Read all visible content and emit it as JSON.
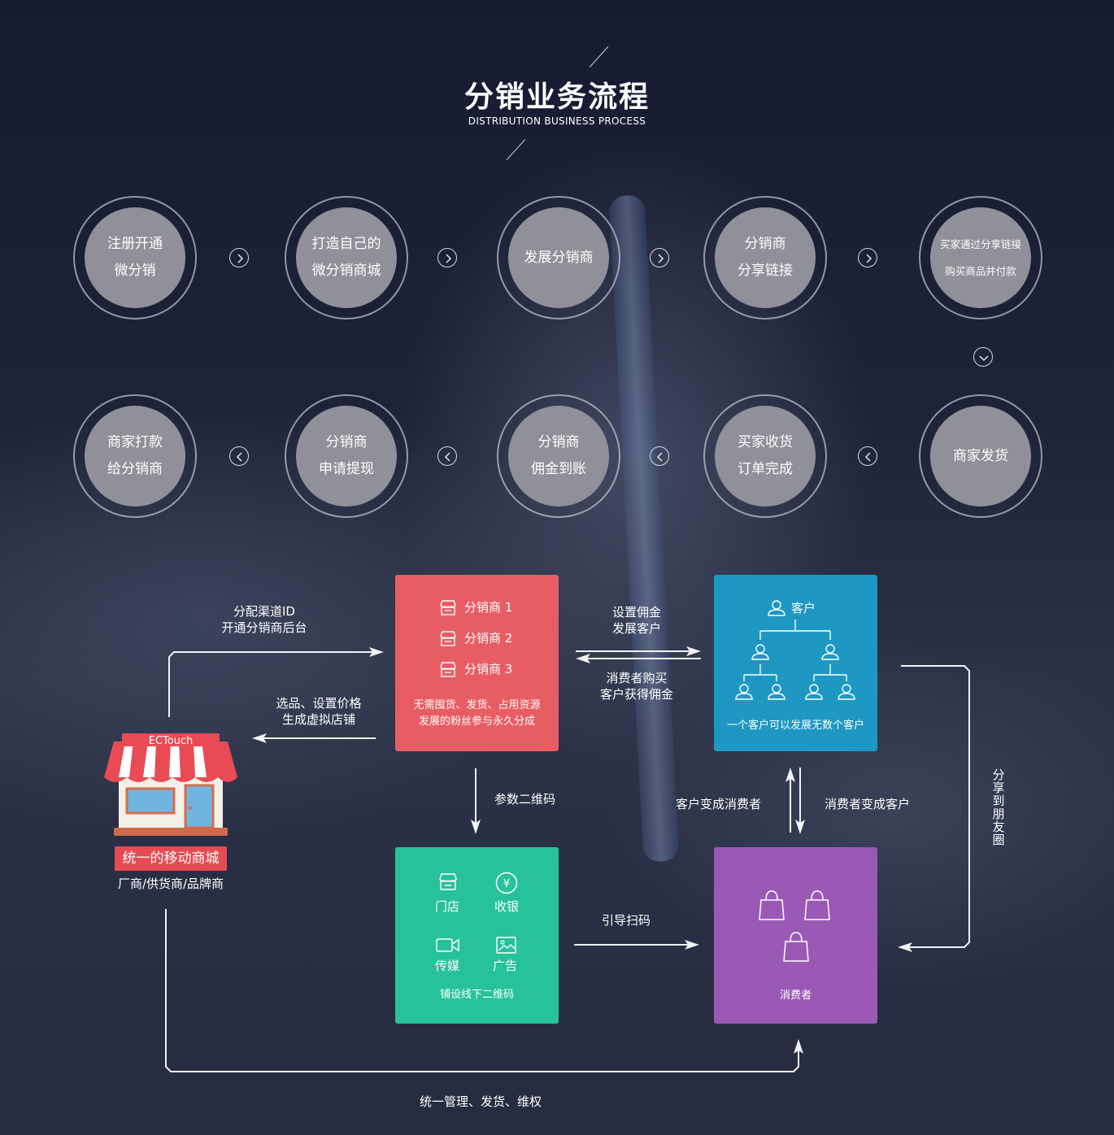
{
  "header": {
    "title": "分销业务流程",
    "subtitle": "DISTRIBUTION BUSINESS PROCESS"
  },
  "steps": [
    {
      "lines": [
        "注册开通",
        "微分销"
      ]
    },
    {
      "lines": [
        "打造自己的",
        "微分销商城"
      ]
    },
    {
      "lines": [
        "发展分销商"
      ]
    },
    {
      "lines": [
        "分销商",
        "分享链接"
      ]
    },
    {
      "lines": [
        "买家通过分享链接",
        "购买商品并付款"
      ]
    },
    {
      "lines": [
        "商家发货"
      ]
    },
    {
      "lines": [
        "买家收货",
        "订单完成"
      ]
    },
    {
      "lines": [
        "分销商",
        "佣金到账"
      ]
    },
    {
      "lines": [
        "分销商",
        "申请提现"
      ]
    },
    {
      "lines": [
        "商家打款",
        "给分销商"
      ]
    }
  ],
  "store": {
    "sign": "ECTouch",
    "badge": "统一的移动商城",
    "caption": "厂商/供货商/品牌商"
  },
  "distributor_box": {
    "items": [
      "分销商 1",
      "分销商 2",
      "分销商 3"
    ],
    "desc_line1": "无需囤货、发货、占用资源",
    "desc_line2": "发展的粉丝参与永久分成"
  },
  "customer_box": {
    "title": "客户",
    "desc": "一个客户可以发展无数个客户"
  },
  "offline_box": {
    "items": [
      "门店",
      "收银",
      "传媒",
      "广告"
    ],
    "desc": "铺设线下二维码"
  },
  "consumer_box": {
    "label": "消费者"
  },
  "flow_labels": {
    "assign_1": "分配渠道ID",
    "assign_2": "开通分销商后台",
    "select_1": "选品、设置价格",
    "select_2": "生成虚拟店铺",
    "commission_1": "设置佣金",
    "commission_2": "发展客户",
    "buy_1": "消费者购买",
    "buy_2": "客户获得佣金",
    "qrcode": "参数二维码",
    "to_consumer": "客户变成消费者",
    "to_customer": "消费者变成客户",
    "scan": "引导扫码",
    "share": "分享到朋友圈",
    "manage": "统一管理、发货、维权"
  },
  "colors": {
    "red": "#e85d63",
    "blue": "#1e98c2",
    "green": "#27c29b",
    "purple": "#9b59b6"
  }
}
